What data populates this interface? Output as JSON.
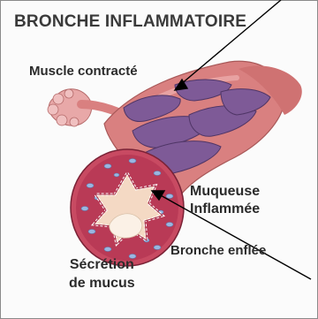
{
  "title": "BRONCHE INFLAMMATOIRE",
  "labels": {
    "muscle": "Muscle contracté",
    "muqueuse_line1": "Muqueuse",
    "muqueuse_line2": "Inflammée",
    "bronche": "Bronche enflée",
    "secretion_line1": "Sécrétion",
    "secretion_line2": "de mucus"
  },
  "colors": {
    "bronchus_pink": "#d98080",
    "muscle_purple": "#7e5a97",
    "mucosa_red": "#c83a55",
    "mucus_cream": "#f6e2cf",
    "arrow": "#000000"
  }
}
